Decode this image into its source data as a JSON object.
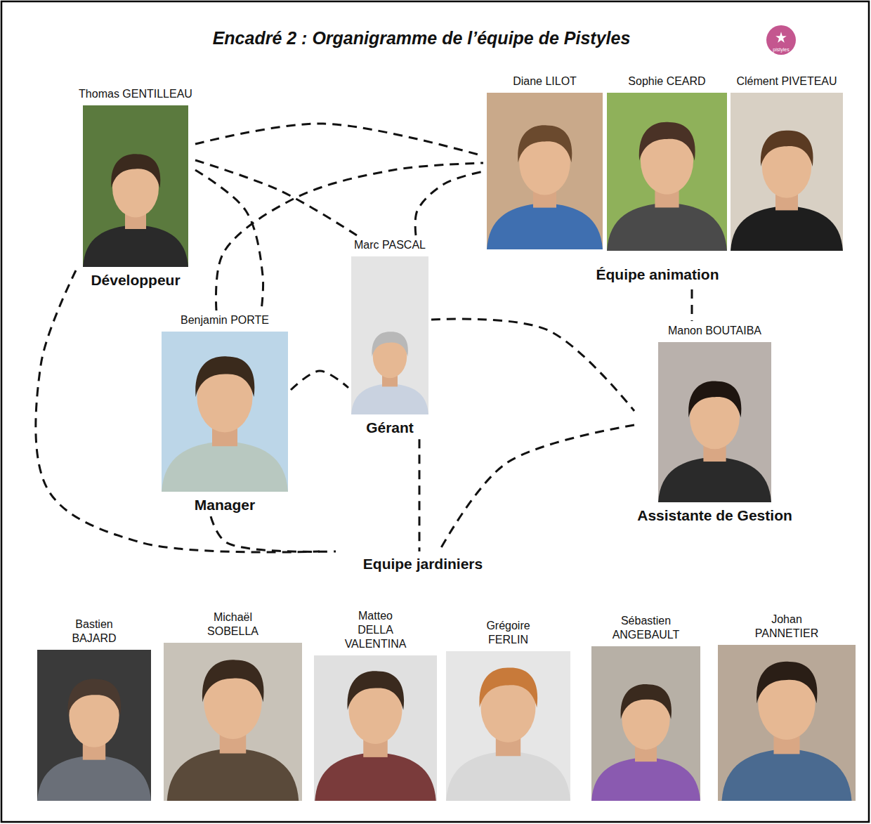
{
  "diagram": {
    "title": "Encadré 2 : Organigramme de l’équipe de Pistyles",
    "nodes": [
      {
        "text": [
          "Thomas GENTILLEAU",
          "Développeur"
        ]
      },
      {
        "text": [
          "Équipe animation"
        ]
      },
      {
        "text": [
          "Diane LILOT"
        ],
        "in": 1
      },
      {
        "text": [
          "Sophie CEARD"
        ],
        "in": 1
      },
      {
        "text": [
          "Clément PIVETEAU"
        ],
        "in": 1
      },
      {
        "text": [
          "Marc PASCAL",
          "Gérant"
        ]
      },
      {
        "text": [
          "Benjamin PORTE",
          "Manager"
        ]
      },
      {
        "text": [
          "Manon BOUTAIBA",
          "Assistante de Gestion"
        ]
      },
      {
        "text": [
          "Equipe jardiniers"
        ]
      },
      {
        "text": [
          "Bastien BAJARD"
        ],
        "in": 8
      },
      {
        "text": [
          "Michaël SOBELLA"
        ],
        "in": 8
      },
      {
        "text": [
          "Matteo DELLA VALENTINA"
        ],
        "in": 8
      },
      {
        "text": [
          "Grégoire FERLIN"
        ],
        "in": 8
      },
      {
        "text": [
          "Sébastien ANGEBAULT"
        ],
        "in": 8
      },
      {
        "text": [
          "Johan PANNETIER"
        ],
        "in": 8
      }
    ],
    "edges": [
      {
        "from": 0,
        "to": 1,
        "arrow": "none"
      },
      {
        "from": 0,
        "to": 5,
        "arrow": "none"
      },
      {
        "from": 0,
        "to": 6,
        "arrow": "none"
      },
      {
        "from": 6,
        "to": 1,
        "arrow": "none"
      },
      {
        "from": 5,
        "to": 1,
        "arrow": "none"
      },
      {
        "from": 0,
        "to": 8,
        "arrow": "none"
      },
      {
        "from": 6,
        "to": 5,
        "arrow": "none"
      },
      {
        "from": 5,
        "to": 7,
        "arrow": "none"
      },
      {
        "from": 5,
        "to": 8,
        "arrow": "none"
      },
      {
        "from": 7,
        "to": 8,
        "arrow": "none"
      },
      {
        "from": 6,
        "to": 8,
        "arrow": "none"
      },
      {
        "from": 1,
        "to": 7,
        "arrow": "none"
      }
    ],
    "labels": [
      "pistyles"
    ]
  }
}
